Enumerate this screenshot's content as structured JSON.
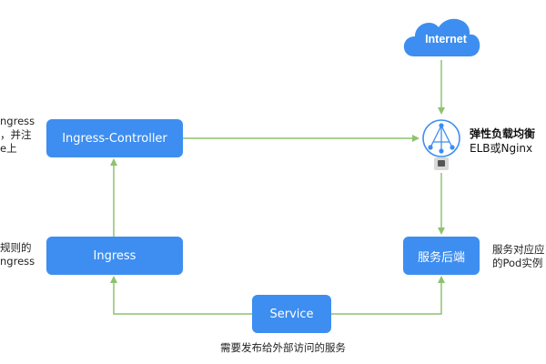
{
  "nodes": {
    "internet": "Internet",
    "ingress_controller": "Ingress-Controller",
    "ingress": "Ingress",
    "service": "Service",
    "backend": "服务后端",
    "lb_title": "弹性负载均衡",
    "lb_subtitle": "ELB或Nginx"
  },
  "notes": {
    "controller_note": [
      "ngress",
      "，并注",
      "e上"
    ],
    "ingress_note": [
      "规则的",
      "ngress"
    ],
    "backend_note": [
      "服务对应应",
      "的Pod实例"
    ],
    "service_note": "需要发布给外部访问的服务"
  },
  "colors": {
    "box": "#3d8ef0",
    "arrow": "#8dc26f",
    "cloud": "#3d8ef0",
    "lb_icon": "#3d8ef0"
  }
}
